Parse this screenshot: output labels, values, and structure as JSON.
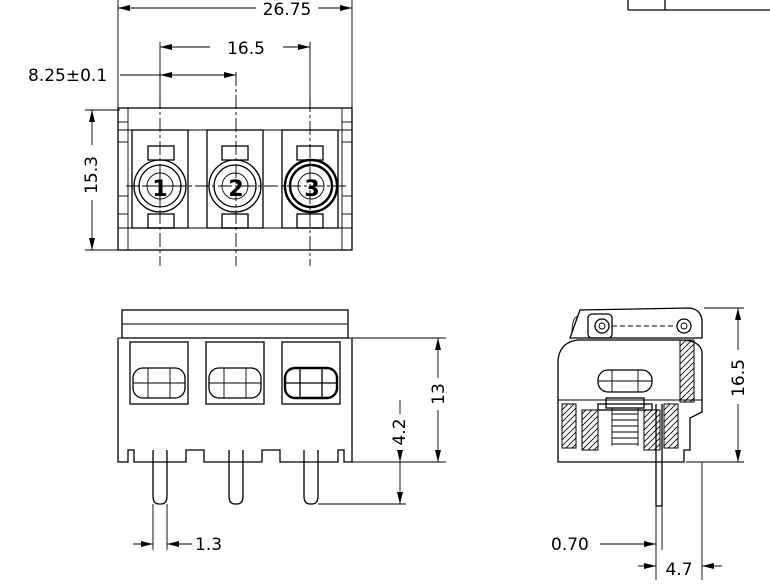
{
  "top_view": {
    "dim_overall_width": "26.75",
    "dim_pitch": "16.5",
    "dim_half_offset": "8.25±0.1",
    "dim_depth": "15.3",
    "positions": [
      "1",
      "2",
      "3"
    ]
  },
  "front_view": {
    "dim_height": "13",
    "dim_pin_length": "4.2",
    "dim_pin_width": "1.3"
  },
  "side_view": {
    "dim_total_height": "16.5",
    "dim_pin_thickness": "0.70",
    "dim_pin_offset": "4.7"
  }
}
